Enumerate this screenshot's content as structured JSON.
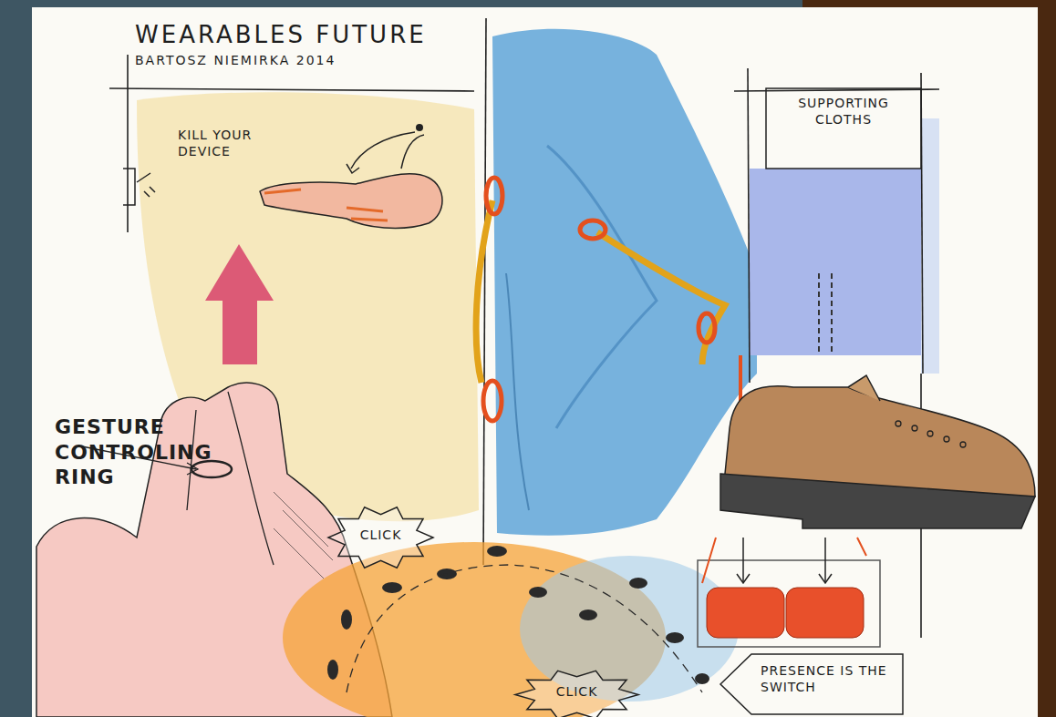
{
  "diagram": {
    "title": "WEARABLES FUTURE",
    "nodes": [
      {
        "text": [
          "SUPPORTING CLOTHS"
        ]
      },
      {
        "text": [
          "CLICK"
        ]
      },
      {
        "text": [
          "CLICK"
        ]
      },
      {
        "text": [
          "PRESENCE IS THE SWITCH"
        ]
      }
    ],
    "labels": [
      "BARTOSZ NIEMIRKA 2014",
      "KILL YOUR DEVICE",
      "GESTURE CONTROLING RING"
    ]
  }
}
